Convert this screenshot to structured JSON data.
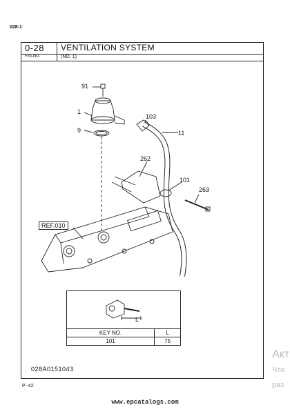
{
  "page_code": "028-1",
  "header": {
    "fig_no": "0-28",
    "fig_no_label": "FIG-NO.",
    "title": "VENTILATION SYSTEM",
    "subtitle": "(NO. 1)"
  },
  "ref_label": "REF.010",
  "parts": [
    {
      "id": "91"
    },
    {
      "id": "1"
    },
    {
      "id": "103"
    },
    {
      "id": "9"
    },
    {
      "id": "11"
    },
    {
      "id": "262"
    },
    {
      "id": "101"
    },
    {
      "id": "263"
    }
  ],
  "inset": {
    "dimension_label": "L",
    "table": {
      "headers": [
        "KEY NO.",
        "L"
      ],
      "rows": [
        [
          "101",
          "75"
        ]
      ]
    }
  },
  "drawing_number": "028A0151043",
  "page_number": "P -42",
  "watermark": [
    "Акт",
    "Что",
    "раз"
  ],
  "footer_url": "www.epcatalogs.com"
}
